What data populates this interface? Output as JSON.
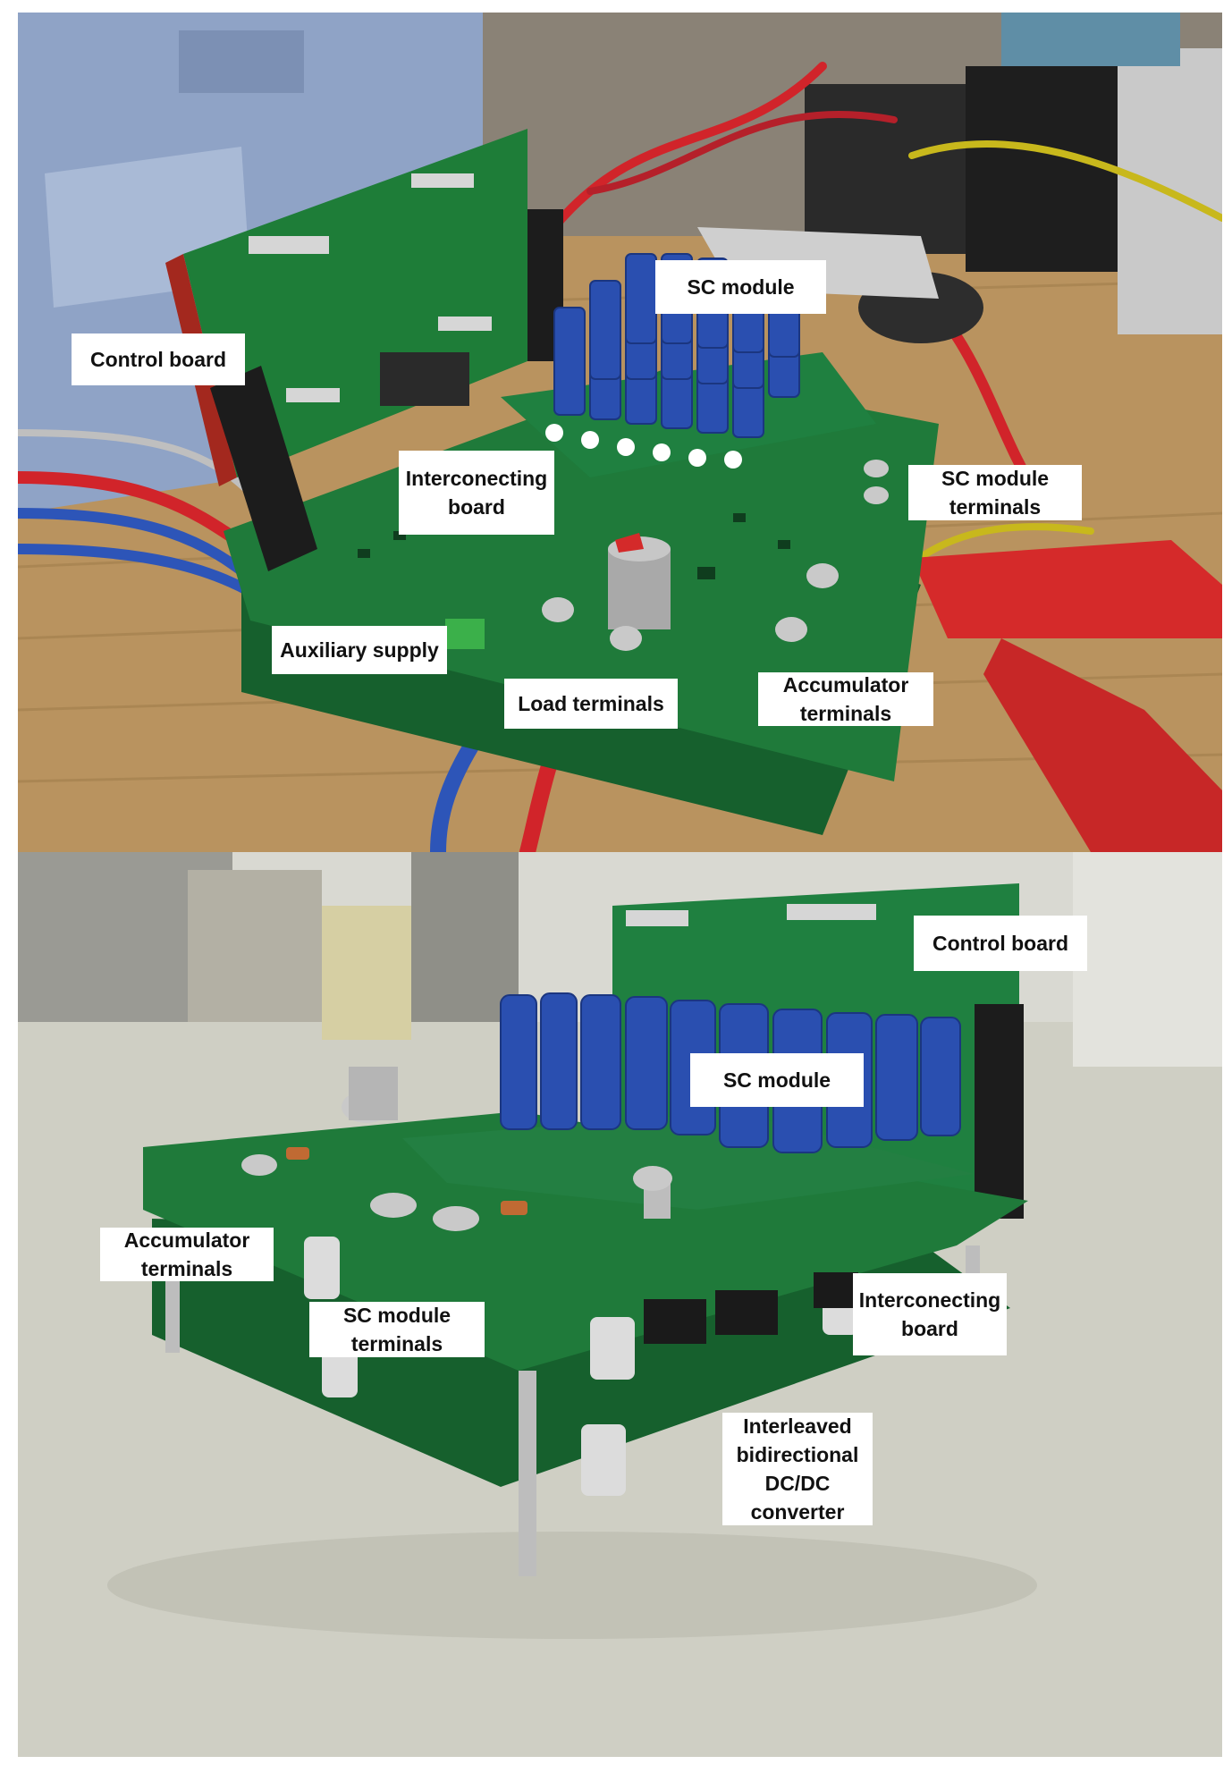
{
  "figure": {
    "top_photo": {
      "labels": {
        "control_board": [
          "Control board"
        ],
        "sc_module": [
          "SC module"
        ],
        "interconnecting_board": [
          "Interconecting",
          "board"
        ],
        "sc_module_terminals": [
          "SC module",
          "terminals"
        ],
        "auxiliary_supply": [
          "Auxiliary supply"
        ],
        "load_terminals": [
          "Load terminals"
        ],
        "accumulator_terminals": [
          "Accumulator",
          "terminals"
        ]
      }
    },
    "bottom_photo": {
      "labels": {
        "control_board": [
          "Control board"
        ],
        "sc_module": [
          "SC module"
        ],
        "accumulator_terminals": [
          "Accumulator",
          "terminals"
        ],
        "interconnecting_board": [
          "Interconecting",
          "board"
        ],
        "sc_module_terminals": [
          "SC module",
          "terminals"
        ],
        "converter": [
          "Interleaved",
          "bidirectional",
          "DC/DC",
          "converter"
        ]
      }
    }
  },
  "colors": {
    "pcb_green": "#1f7a3a",
    "capacitor_blue": "#2a4fb0",
    "wood": "#b58f5c",
    "floor": "#cfcfc4",
    "wire_red": "#d1242a",
    "wire_blue": "#2d55b8"
  }
}
